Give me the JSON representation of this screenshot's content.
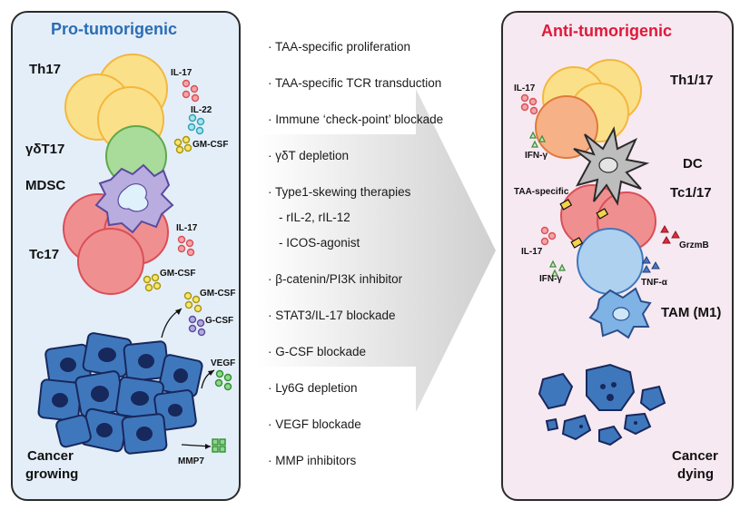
{
  "left": {
    "title": "Pro-tumorigenic",
    "title_color": "#2a6db5",
    "cells": {
      "th17": "Th17",
      "gdt17": "γδT17",
      "mdsc": "MDSC",
      "tc17": "Tc17",
      "cancer_1": "Cancer",
      "cancer_2": "growing"
    },
    "cytokines": {
      "il17_a": "IL-17",
      "il22": "IL-22",
      "gmcsf_a": "GM-CSF",
      "il17_b": "IL-17",
      "gmcsf_b": "GM-CSF",
      "gmcsf_c": "GM-CSF",
      "gcsf": "G-CSF",
      "vegf": "VEGF",
      "mmp7": "MMP7"
    }
  },
  "strategies": [
    "· TAA-specific proliferation",
    "· TAA-specific TCR transduction",
    "· Immune ‘check-point’ blockade",
    "· γδT depletion",
    "· Type1-skewing therapies",
    "- rIL-2, rIL-12",
    "- ICOS-agonist",
    "· β-catenin/PI3K inhibitor",
    "· STAT3/IL-17 blockade",
    "· G-CSF blockade",
    "· Ly6G depletion",
    "· VEGF blockade",
    "· MMP inhibitors"
  ],
  "right": {
    "title": "Anti-tumorigenic",
    "title_color": "#e0193a",
    "cells": {
      "th117": "Th1/17",
      "dc": "DC",
      "tc117": "Tc1/17",
      "tam": "TAM (M1)",
      "cancer_1": "Cancer",
      "cancer_2": "dying"
    },
    "cytokines": {
      "il17_a": "IL-17",
      "ifng_a": "IFN-γ",
      "taa": "TAA-specific",
      "il17_b": "IL-17",
      "grzmb": "GrzmB",
      "ifng_b": "IFN-γ",
      "tnfa": "TNF-α"
    }
  },
  "colors": {
    "th17_fill": "#fbe08a",
    "gdt_fill": "#a9dc9a",
    "mdsc_fill": "#b9acdf",
    "tc_fill": "#f08f8f",
    "cancer_fill": "#3f77bd",
    "nucleus": "#17285c",
    "dc_fill": "#bdbdbd",
    "macrophage_fill": "#7fb2e5",
    "th1_fill": "#f6b186",
    "arrow": "#d9d9d9"
  },
  "icons": [
    "il17-dots-icon",
    "il22-dots-icon",
    "gmcsf-dots-icon",
    "gcsf-dots-icon",
    "vegf-dots-icon",
    "mmp7-squares-icon",
    "ifng-triangles-icon",
    "grzmb-triangles-icon",
    "tnfa-triangles-icon",
    "tcr-receptor-icon"
  ]
}
